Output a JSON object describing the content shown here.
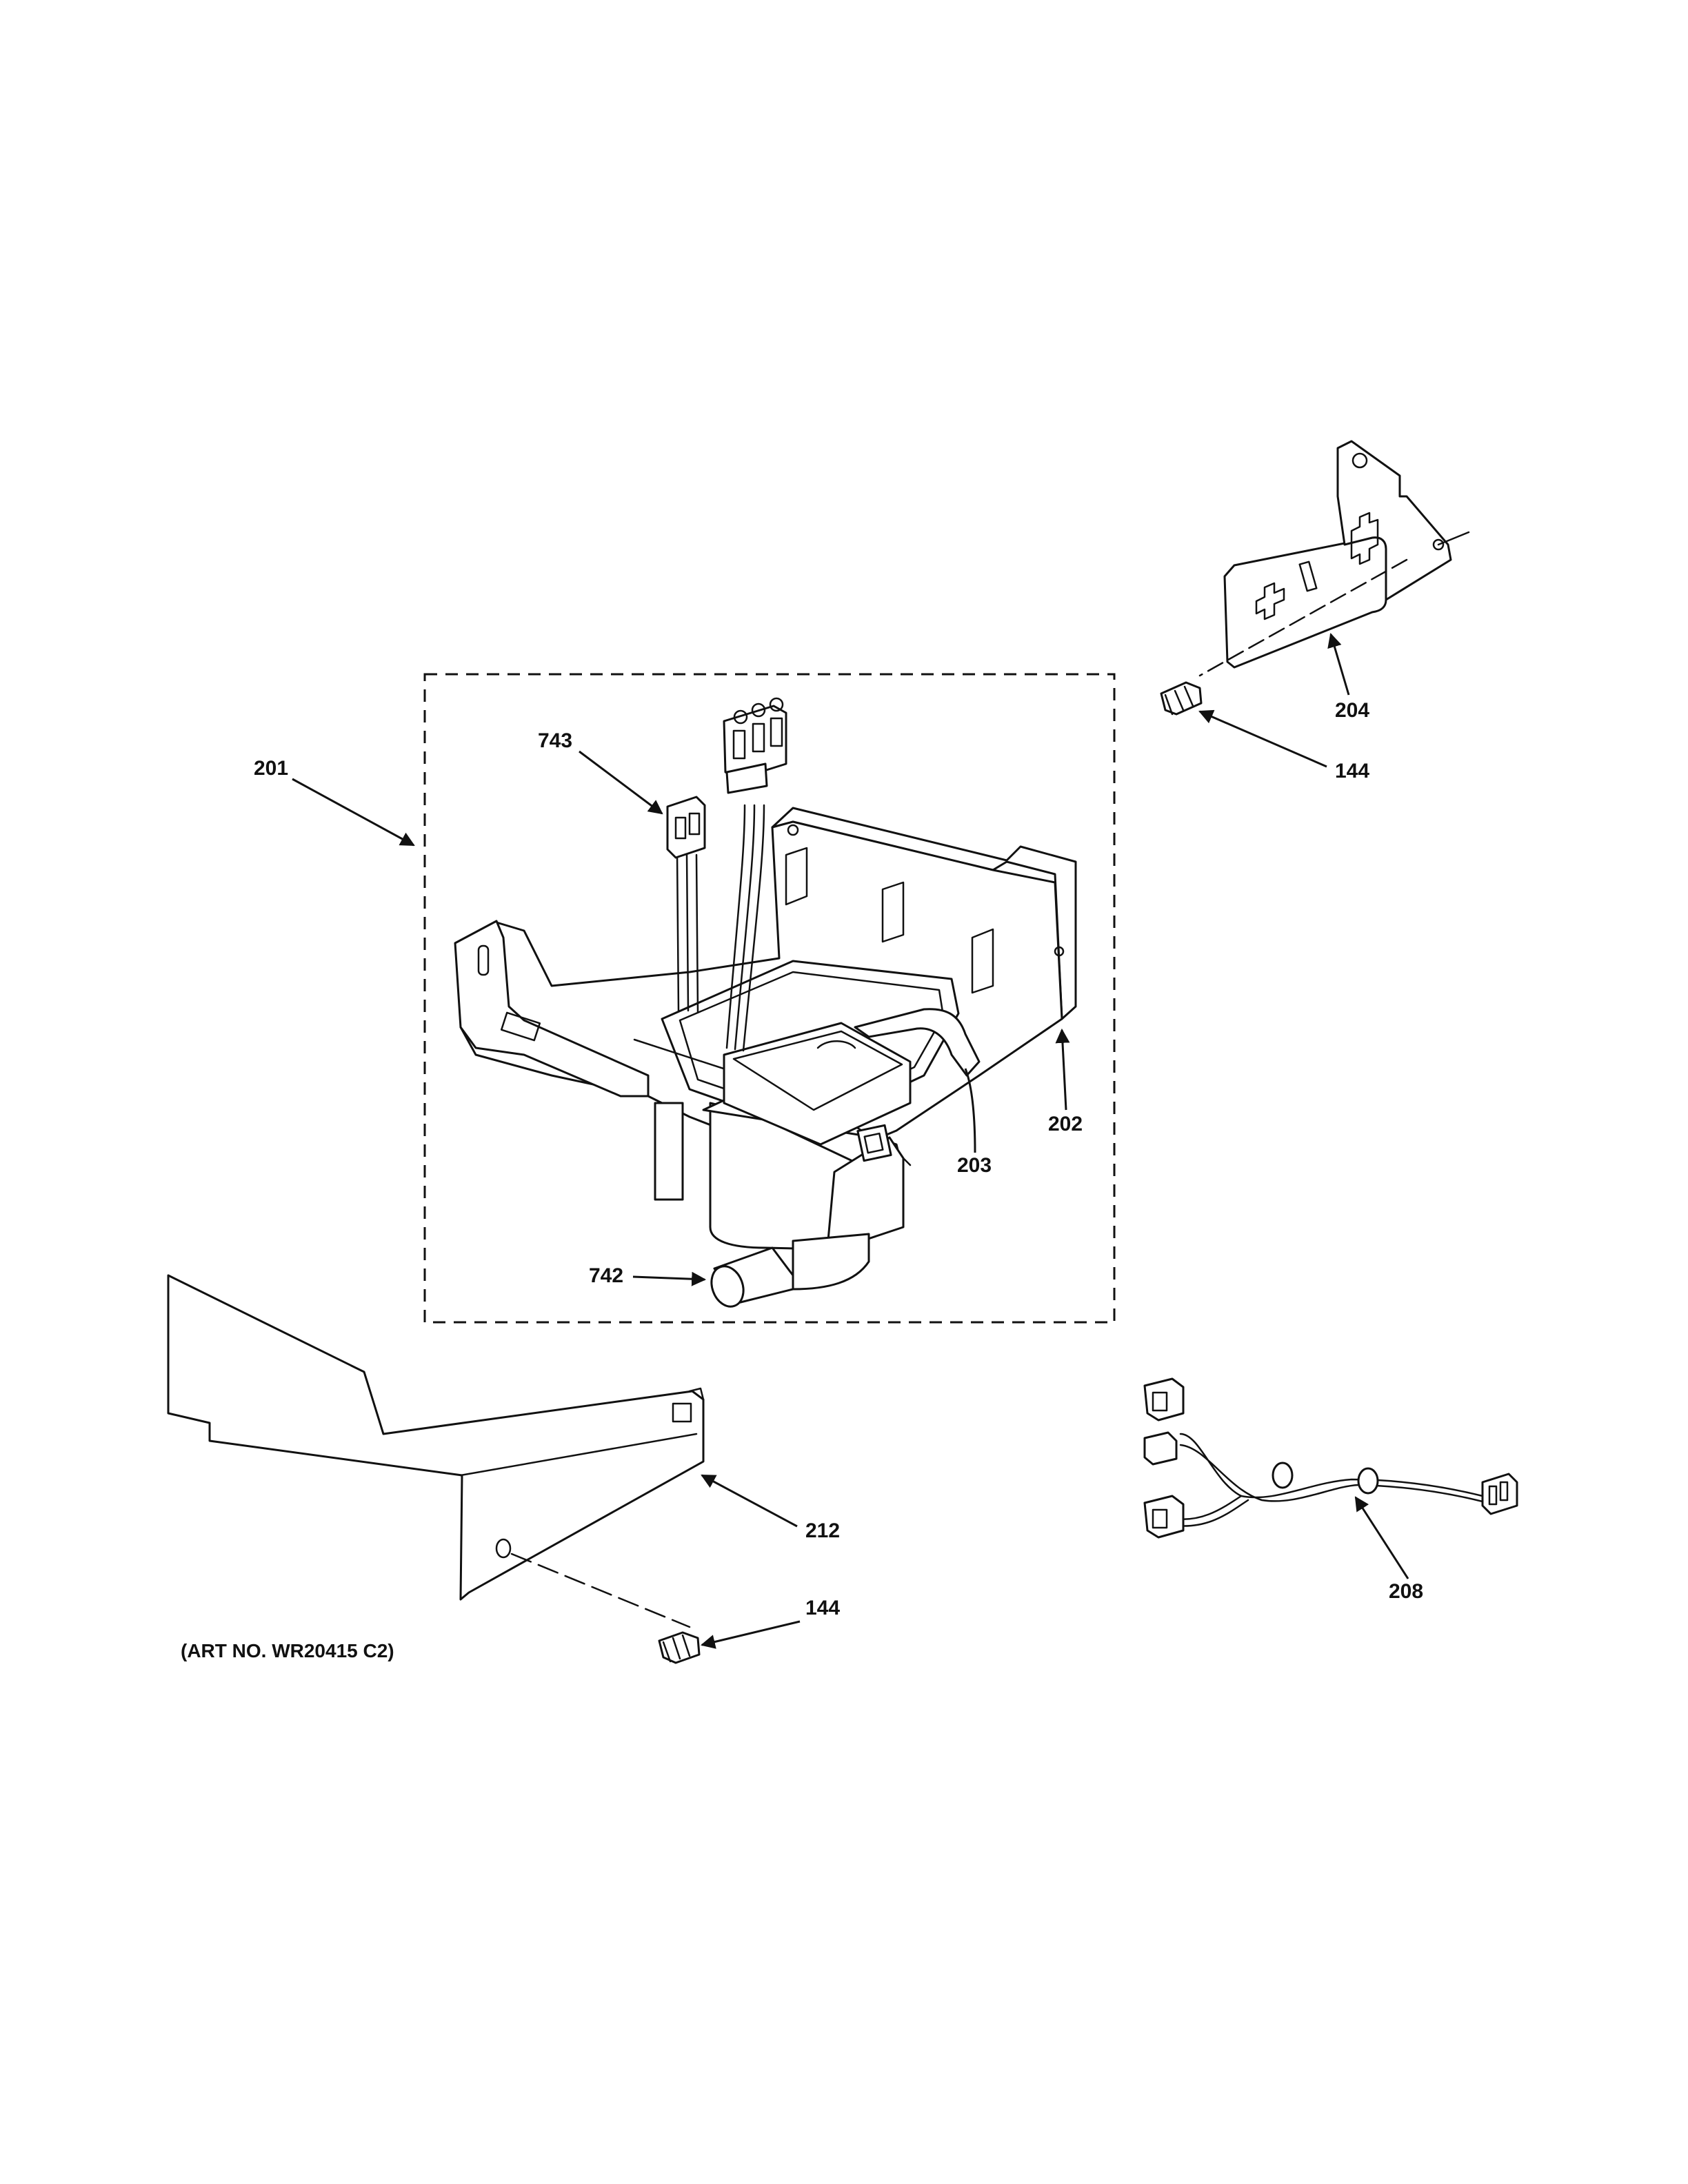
{
  "callouts": {
    "c201": "201",
    "c743": "743",
    "c202": "202",
    "c203": "203",
    "c742": "742",
    "c204": "204",
    "c144_top": "144",
    "c212": "212",
    "c144_bottom": "144",
    "c208": "208"
  },
  "art_number": "(ART NO. WR20415 C2)"
}
